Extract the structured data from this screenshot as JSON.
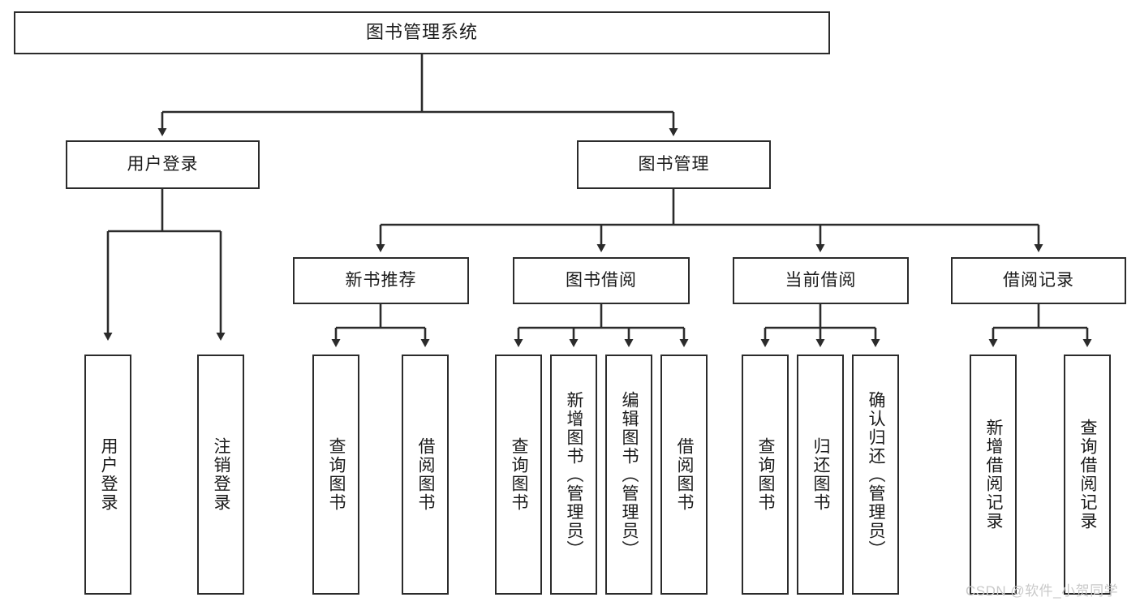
{
  "diagram": {
    "title": "图书管理系统",
    "type": "tree",
    "orientation": "top-down",
    "colors": {
      "box_border": "#2b2b2b",
      "box_fill": "#ffffff",
      "edge": "#2b2b2b",
      "text": "#1a1a1a",
      "watermark": "#c9c9c9",
      "background": "#ffffff"
    }
  },
  "nodes": {
    "root": {
      "label": "图书管理系统"
    },
    "level2": [
      {
        "id": "user-login",
        "label": "用户登录"
      },
      {
        "id": "book-manage",
        "label": "图书管理"
      }
    ],
    "level3": [
      {
        "id": "new-book-recommend",
        "label": "新书推荐"
      },
      {
        "id": "book-borrow",
        "label": "图书借阅"
      },
      {
        "id": "current-borrow",
        "label": "当前借阅"
      },
      {
        "id": "borrow-record",
        "label": "借阅记录"
      }
    ],
    "leaves": [
      {
        "id": "leaf-user-login",
        "label": "用户登录",
        "parent": "user-login"
      },
      {
        "id": "leaf-logout-login",
        "label": "注销登录",
        "parent": "user-login"
      },
      {
        "id": "leaf-query-book-1",
        "label": "查询图书",
        "parent": "new-book-recommend"
      },
      {
        "id": "leaf-borrow-book-1",
        "label": "借阅图书",
        "parent": "new-book-recommend"
      },
      {
        "id": "leaf-query-book-2",
        "label": "查询图书",
        "parent": "book-borrow"
      },
      {
        "id": "leaf-add-book",
        "label": "新增图书（管理员）",
        "parent": "book-borrow"
      },
      {
        "id": "leaf-edit-book",
        "label": "编辑图书（管理员）",
        "parent": "book-borrow"
      },
      {
        "id": "leaf-borrow-book-2",
        "label": "借阅图书",
        "parent": "book-borrow"
      },
      {
        "id": "leaf-query-book-3",
        "label": "查询图书",
        "parent": "current-borrow"
      },
      {
        "id": "leaf-return-book",
        "label": "归还图书",
        "parent": "current-borrow"
      },
      {
        "id": "leaf-confirm-return",
        "label": "确认归还（管理员）",
        "parent": "current-borrow"
      },
      {
        "id": "leaf-add-record",
        "label": "新增借阅记录",
        "parent": "borrow-record"
      },
      {
        "id": "leaf-query-record",
        "label": "查询借阅记录",
        "parent": "borrow-record"
      }
    ]
  },
  "watermark": {
    "text": "CSDN @软件_小贺同学"
  }
}
